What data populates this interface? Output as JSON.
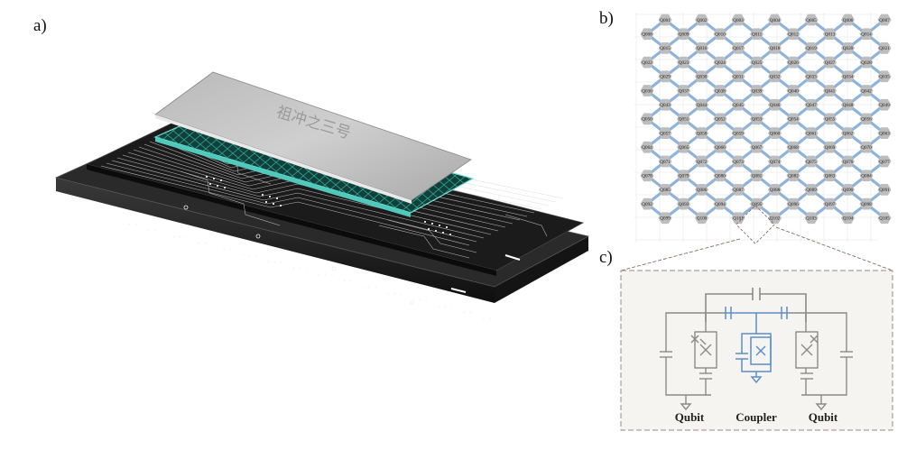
{
  "panels": {
    "a": {
      "label": "a)"
    },
    "b": {
      "label": "b)"
    },
    "c": {
      "label": "c)"
    }
  },
  "chip": {
    "logo_text": "祖冲之三号",
    "colors": {
      "lid": "#c9c9c9",
      "board": "#1c1c1c",
      "qubit_layer": "#7fe3d7",
      "trace": "#e8e8e8"
    }
  },
  "lattice": {
    "rows": [
      [
        "Q001",
        "Q002",
        "Q003",
        "Q004",
        "Q005",
        "Q006",
        "Q007"
      ],
      [
        "Q008",
        "Q009",
        "Q010",
        "Q011",
        "Q012",
        "Q013",
        "Q014"
      ],
      [
        "Q015",
        "Q016",
        "Q017",
        "Q018",
        "Q019",
        "Q020",
        "Q021"
      ],
      [
        "Q022",
        "Q023",
        "Q024",
        "Q025",
        "Q026",
        "Q027",
        "Q028"
      ],
      [
        "Q029",
        "Q030",
        "Q031",
        "Q032",
        "Q033",
        "Q034",
        "Q035"
      ],
      [
        "Q036",
        "Q037",
        "Q038",
        "Q039",
        "Q040",
        "Q041",
        "Q042"
      ],
      [
        "Q043",
        "Q044",
        "Q045",
        "Q046",
        "Q047",
        "Q048",
        "Q049"
      ],
      [
        "Q050",
        "Q051",
        "Q052",
        "Q053",
        "Q054",
        "Q055",
        "Q056"
      ],
      [
        "Q057",
        "Q058",
        "Q059",
        "Q060",
        "Q061",
        "Q062",
        "Q063"
      ],
      [
        "Q064",
        "Q065",
        "Q066",
        "Q067",
        "Q068",
        "Q069",
        "Q070"
      ],
      [
        "Q071",
        "Q072",
        "Q073",
        "Q074",
        "Q075",
        "Q076",
        "Q077"
      ],
      [
        "Q078",
        "Q079",
        "Q080",
        "Q081",
        "Q082",
        "Q083",
        "Q084"
      ],
      [
        "Q085",
        "Q086",
        "Q087",
        "Q088",
        "Q089",
        "Q090",
        "Q091"
      ],
      [
        "Q092",
        "Q093",
        "Q094",
        "Q095",
        "Q096",
        "Q097",
        "Q098"
      ],
      [
        "Q099",
        "Q100",
        "Q101",
        "Q102",
        "Q103",
        "Q104",
        "Q105"
      ]
    ],
    "colors": {
      "qubit": "#bdbdbd",
      "coupler": "#8fb3d9"
    }
  },
  "circuit": {
    "labels": {
      "left": "Qubit",
      "middle": "Coupler",
      "right": "Qubit"
    },
    "colors": {
      "qubit_circuit": "#8a8a8a",
      "coupler_circuit": "#5b8fc7",
      "box_border": "#9a8a86"
    }
  }
}
